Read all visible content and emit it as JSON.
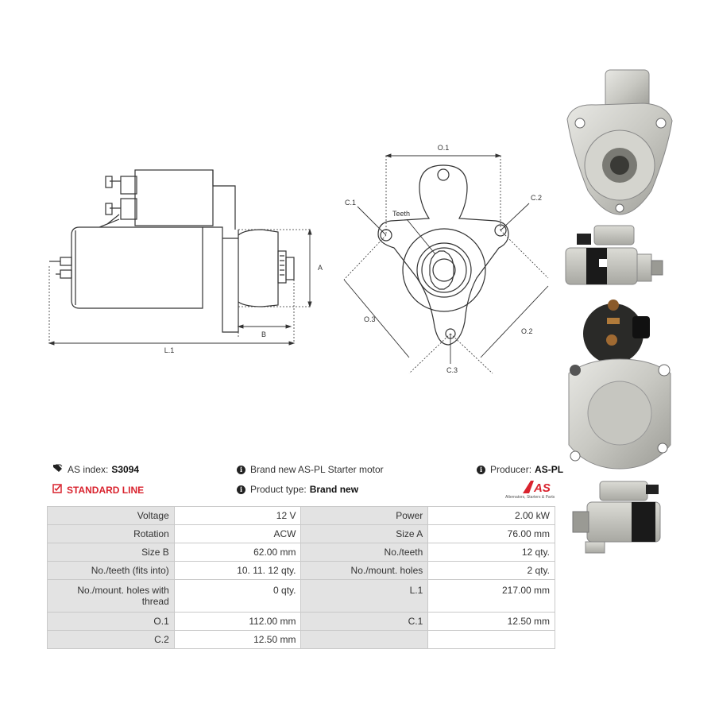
{
  "diagram": {
    "side": {
      "dim_l1": "L.1",
      "dim_a": "A",
      "dim_b": "B"
    },
    "front": {
      "o1": "O.1",
      "o2": "O.2",
      "o3": "O.3",
      "c1": "C.1",
      "c2": "C.2",
      "c3": "C.3",
      "teeth": "Teeth"
    }
  },
  "info": {
    "as_index_label": "AS index:",
    "as_index_value": "S3094",
    "standard_line": "STANDARD LINE",
    "description": "Brand new AS-PL Starter motor",
    "product_type_label": "Product type:",
    "product_type_value": "Brand new",
    "producer_label": "Producer:",
    "producer_value": "AS-PL"
  },
  "logo": {
    "text": "AS",
    "tagline": "Alternators, Starters & Parts",
    "color": "#d9232e"
  },
  "specs": {
    "rows": [
      {
        "l1": "Voltage",
        "v1": "12 V",
        "l2": "Power",
        "v2": "2.00 kW"
      },
      {
        "l1": "Rotation",
        "v1": "ACW",
        "l2": "Size A",
        "v2": "76.00 mm"
      },
      {
        "l1": "Size B",
        "v1": "62.00 mm",
        "l2": "No./teeth",
        "v2": "12 qty."
      },
      {
        "l1": "No./teeth (fits into)",
        "v1": "10. 11. 12 qty.",
        "l2": "No./mount. holes",
        "v2": "2 qty."
      },
      {
        "l1": "No./mount. holes with thread",
        "v1": "0 qty.",
        "l2": "L.1",
        "v2": "217.00 mm"
      },
      {
        "l1": "O.1",
        "v1": "112.00 mm",
        "l2": "C.1",
        "v2": "12.50 mm"
      },
      {
        "l1": "C.2",
        "v1": "12.50 mm",
        "l2": "",
        "v2": ""
      }
    ]
  }
}
